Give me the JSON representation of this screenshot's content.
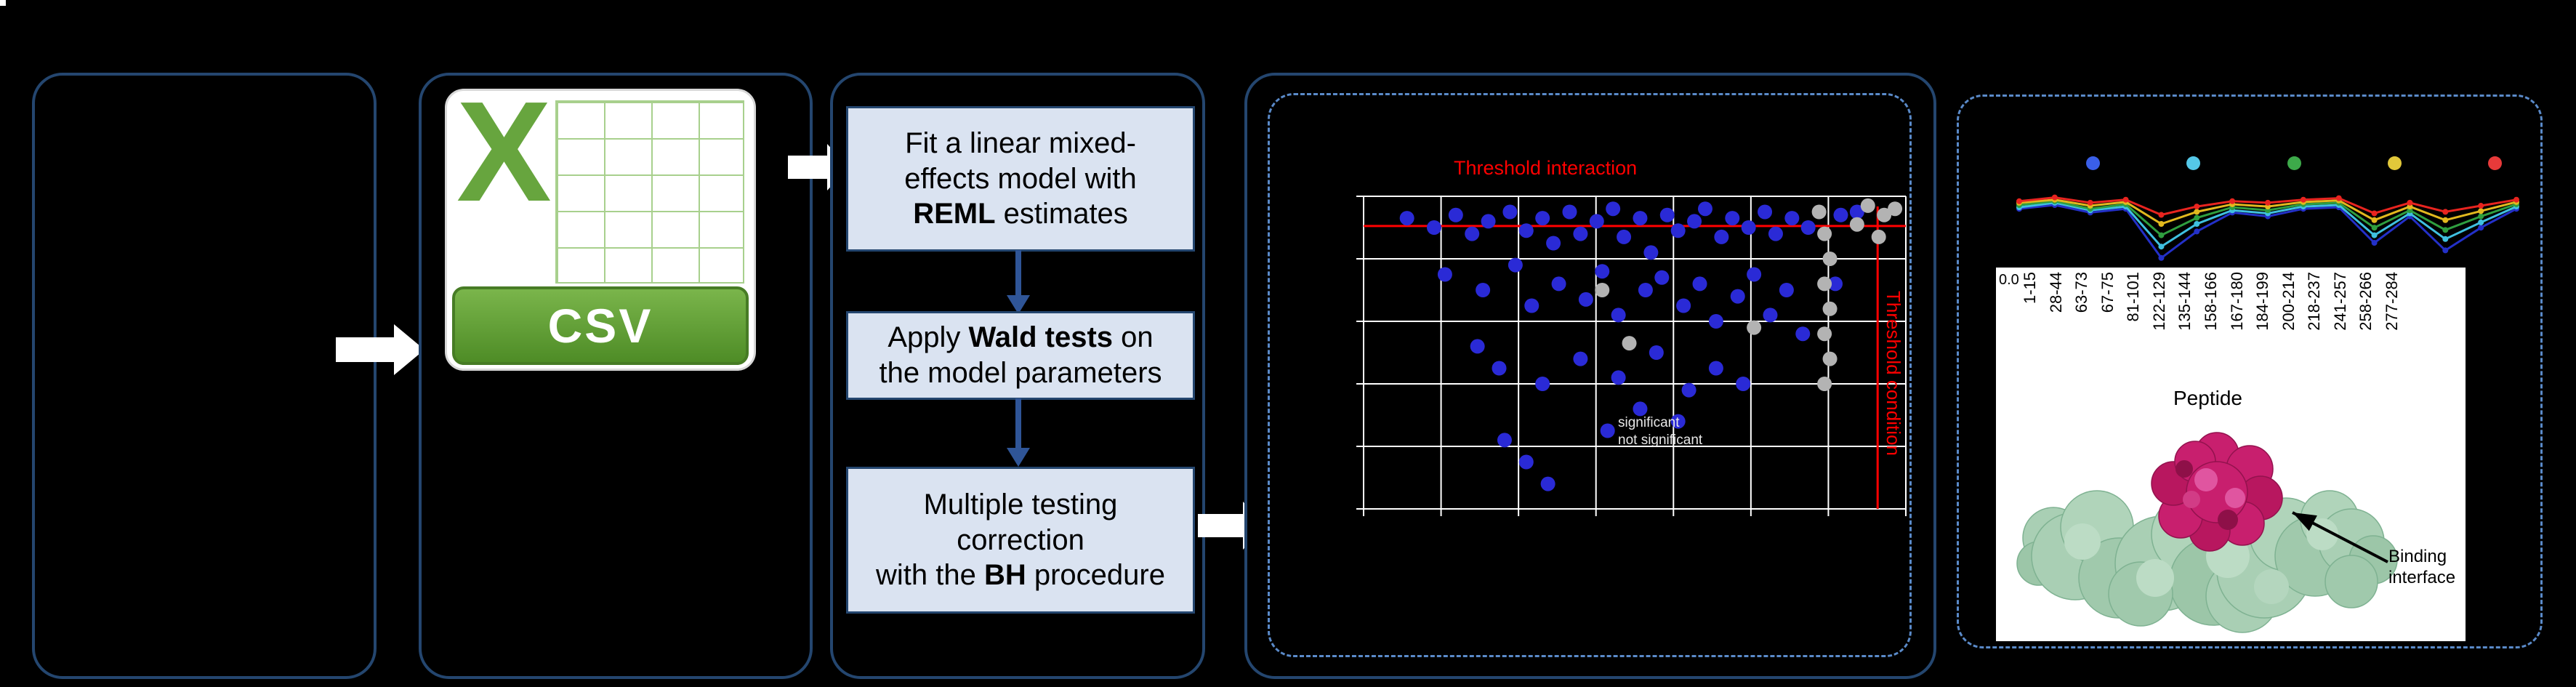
{
  "csv": {
    "x_letter": "X",
    "banner": "CSV"
  },
  "flow": {
    "step1": {
      "l1": "Fit a linear mixed-",
      "l2": "effects model with",
      "l3b": "REML",
      "l3r": " estimates"
    },
    "step2": {
      "l1a": "Apply ",
      "l1b": "Wald tests",
      "l1c": " on",
      "l2": "the model parameters"
    },
    "step3": {
      "l1": "Multiple testing",
      "l2": "correction",
      "l3a": "with the ",
      "l3b": "BH",
      "l3c": " procedure"
    }
  },
  "structure": {
    "caption_line1": "Binding",
    "caption_line2": "interface"
  },
  "chart_data": [
    {
      "type": "scatter",
      "title": "Threshold interaction",
      "side_label": "Threshold condition",
      "note": "point coordinates are fractions of the plot area (x rightward, y downward); axis tick labels not legible in source",
      "grid": {
        "v_lines": 8,
        "h_lines": 6,
        "grid_color": "#ffffff"
      },
      "threshold_color": "#ff0000",
      "threshold_h_frac": 0.095,
      "threshold_v_frac": 0.948,
      "legend": [
        "significant",
        "not significant"
      ],
      "series": [
        {
          "name": "significant-peptides",
          "color": "#2a2ad6",
          "marker": "circle",
          "points": [
            [
              0.08,
              0.07
            ],
            [
              0.13,
              0.1
            ],
            [
              0.17,
              0.06
            ],
            [
              0.2,
              0.12
            ],
            [
              0.23,
              0.08
            ],
            [
              0.27,
              0.05
            ],
            [
              0.3,
              0.11
            ],
            [
              0.33,
              0.07
            ],
            [
              0.35,
              0.15
            ],
            [
              0.38,
              0.05
            ],
            [
              0.4,
              0.12
            ],
            [
              0.43,
              0.08
            ],
            [
              0.46,
              0.04
            ],
            [
              0.48,
              0.13
            ],
            [
              0.51,
              0.07
            ],
            [
              0.53,
              0.18
            ],
            [
              0.56,
              0.06
            ],
            [
              0.58,
              0.11
            ],
            [
              0.61,
              0.08
            ],
            [
              0.63,
              0.04
            ],
            [
              0.66,
              0.13
            ],
            [
              0.68,
              0.07
            ],
            [
              0.71,
              0.1
            ],
            [
              0.74,
              0.05
            ],
            [
              0.76,
              0.12
            ],
            [
              0.79,
              0.07
            ],
            [
              0.82,
              0.1
            ],
            [
              0.88,
              0.06
            ],
            [
              0.91,
              0.05
            ],
            [
              0.15,
              0.25
            ],
            [
              0.22,
              0.3
            ],
            [
              0.28,
              0.22
            ],
            [
              0.31,
              0.35
            ],
            [
              0.36,
              0.28
            ],
            [
              0.41,
              0.33
            ],
            [
              0.44,
              0.24
            ],
            [
              0.47,
              0.38
            ],
            [
              0.52,
              0.3
            ],
            [
              0.55,
              0.26
            ],
            [
              0.59,
              0.35
            ],
            [
              0.62,
              0.28
            ],
            [
              0.65,
              0.4
            ],
            [
              0.69,
              0.32
            ],
            [
              0.72,
              0.25
            ],
            [
              0.75,
              0.38
            ],
            [
              0.78,
              0.3
            ],
            [
              0.81,
              0.44
            ],
            [
              0.87,
              0.28
            ],
            [
              0.21,
              0.48
            ],
            [
              0.25,
              0.55
            ],
            [
              0.33,
              0.6
            ],
            [
              0.4,
              0.52
            ],
            [
              0.47,
              0.58
            ],
            [
              0.54,
              0.5
            ],
            [
              0.6,
              0.62
            ],
            [
              0.51,
              0.68
            ],
            [
              0.58,
              0.72
            ],
            [
              0.45,
              0.75
            ],
            [
              0.26,
              0.78
            ],
            [
              0.3,
              0.85
            ],
            [
              0.34,
              0.92
            ],
            [
              0.65,
              0.55
            ],
            [
              0.7,
              0.6
            ]
          ]
        },
        {
          "name": "non-significant-peptides",
          "color": "#b3b3b3",
          "marker": "circle",
          "points": [
            [
              0.84,
              0.05
            ],
            [
              0.85,
              0.12
            ],
            [
              0.86,
              0.2
            ],
            [
              0.85,
              0.28
            ],
            [
              0.86,
              0.36
            ],
            [
              0.85,
              0.44
            ],
            [
              0.86,
              0.52
            ],
            [
              0.85,
              0.6
            ],
            [
              0.93,
              0.03
            ],
            [
              0.96,
              0.06
            ],
            [
              0.91,
              0.09
            ],
            [
              0.95,
              0.13
            ],
            [
              0.44,
              0.3
            ],
            [
              0.49,
              0.47
            ],
            [
              0.72,
              0.42
            ],
            [
              0.98,
              0.04
            ]
          ]
        }
      ]
    },
    {
      "type": "line",
      "xlabel": "Peptide",
      "ytick": "0.0",
      "categories": [
        "1-15",
        "28-44",
        "63-73",
        "67-75",
        "81-101",
        "122-129",
        "135-144",
        "158-166",
        "167-180",
        "184-199",
        "200-214",
        "218-237",
        "241-257",
        "258-266",
        "277-284"
      ],
      "legend_colors": [
        "#3a5fe8",
        "#55c8e8",
        "#3daa4a",
        "#e2c83a",
        "#e83a3a"
      ],
      "note": "values are normalized uptake-difference traces (0 = top of plot, 1 = deepest dip), estimated from pixels",
      "series": [
        {
          "name": "timepoint-1-blue",
          "color": "#2330c8",
          "values": [
            0.3,
            0.25,
            0.35,
            0.3,
            0.95,
            0.6,
            0.35,
            0.4,
            0.3,
            0.28,
            0.75,
            0.4,
            0.85,
            0.55,
            0.3
          ]
        },
        {
          "name": "timepoint-2-cyan",
          "color": "#3fc0e0",
          "values": [
            0.28,
            0.22,
            0.32,
            0.27,
            0.8,
            0.5,
            0.32,
            0.36,
            0.27,
            0.25,
            0.65,
            0.36,
            0.7,
            0.48,
            0.27
          ]
        },
        {
          "name": "timepoint-3-green",
          "color": "#2f9e3f",
          "values": [
            0.25,
            0.2,
            0.3,
            0.24,
            0.65,
            0.42,
            0.28,
            0.32,
            0.24,
            0.22,
            0.55,
            0.32,
            0.58,
            0.4,
            0.24
          ]
        },
        {
          "name": "timepoint-4-yellow",
          "color": "#e2b81e",
          "values": [
            0.22,
            0.18,
            0.26,
            0.21,
            0.5,
            0.34,
            0.24,
            0.27,
            0.21,
            0.19,
            0.45,
            0.27,
            0.45,
            0.33,
            0.21
          ]
        },
        {
          "name": "timepoint-5-red",
          "color": "#e8241f",
          "values": [
            0.2,
            0.15,
            0.22,
            0.18,
            0.38,
            0.27,
            0.2,
            0.22,
            0.18,
            0.16,
            0.36,
            0.22,
            0.34,
            0.26,
            0.18
          ]
        }
      ]
    }
  ]
}
